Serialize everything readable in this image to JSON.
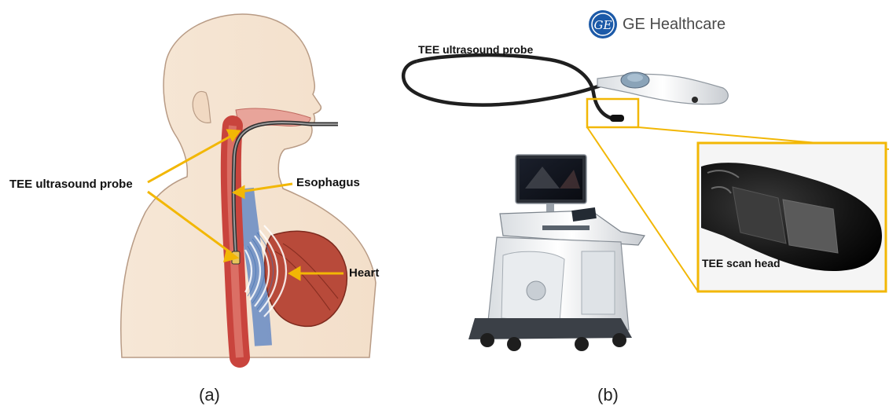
{
  "panel_a": {
    "labels": {
      "probe": "TEE ultrasound probe",
      "esophagus": "Esophagus",
      "heart": "Heart"
    },
    "caption": "(a)"
  },
  "panel_b": {
    "brand": "GE Healthcare",
    "probe_label": "TEE ultrasound probe",
    "scan_head_label": "TEE scan head",
    "caption": "(b)"
  },
  "colors": {
    "callout": "#f2b705",
    "ge_blue": "#1c5aa8"
  }
}
